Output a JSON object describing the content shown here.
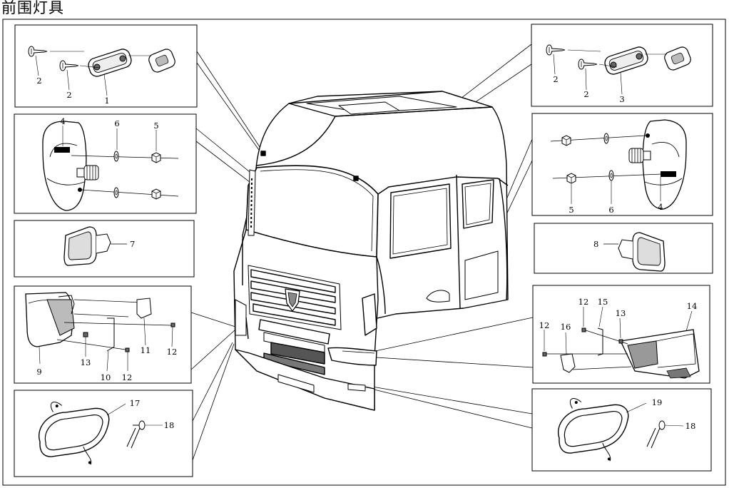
{
  "title": "前围灯具",
  "callouts": {
    "n1": "1",
    "n2": "2",
    "n3": "3",
    "n4": "4",
    "n5": "5",
    "n6": "6",
    "n7": "7",
    "n8": "8",
    "n9": "9",
    "n10": "10",
    "n11": "11",
    "n12": "12",
    "n13": "13",
    "n14": "14",
    "n15": "15",
    "n16": "16",
    "n17": "17",
    "n18": "18",
    "n19": "19"
  }
}
